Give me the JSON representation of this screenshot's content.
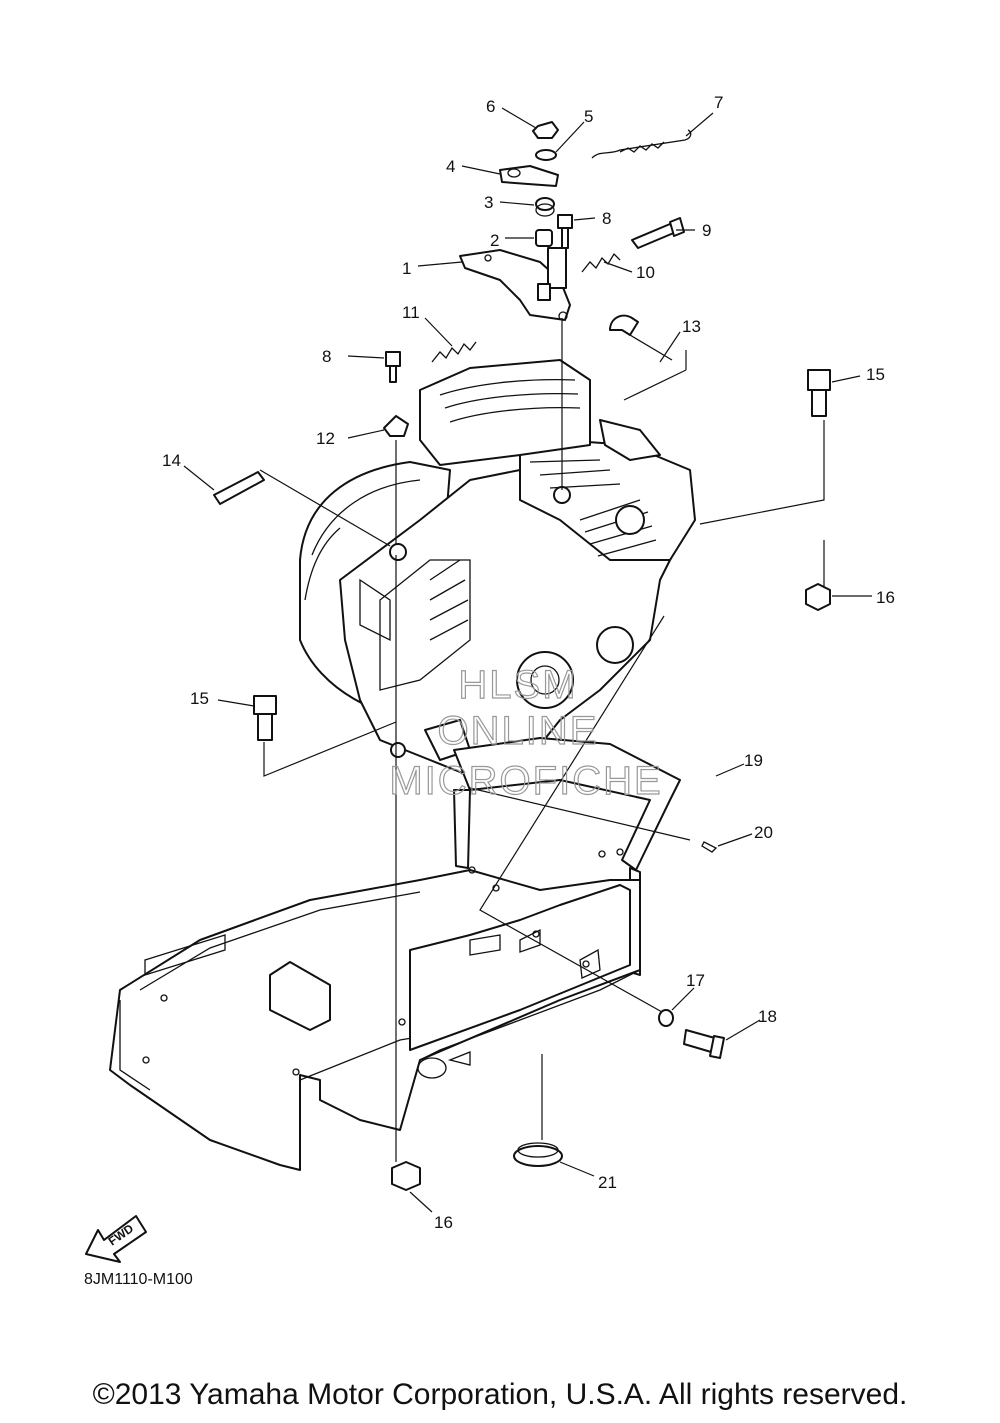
{
  "callouts": [
    {
      "id": "1",
      "text": "1"
    },
    {
      "id": "2",
      "text": "2"
    },
    {
      "id": "3",
      "text": "3"
    },
    {
      "id": "4",
      "text": "4"
    },
    {
      "id": "5",
      "text": "5"
    },
    {
      "id": "6",
      "text": "6"
    },
    {
      "id": "7",
      "text": "7"
    },
    {
      "id": "8a",
      "text": "8"
    },
    {
      "id": "8b",
      "text": "8"
    },
    {
      "id": "9",
      "text": "9"
    },
    {
      "id": "10",
      "text": "10"
    },
    {
      "id": "11",
      "text": "11"
    },
    {
      "id": "12",
      "text": "12"
    },
    {
      "id": "13",
      "text": "13"
    },
    {
      "id": "14",
      "text": "14"
    },
    {
      "id": "15a",
      "text": "15"
    },
    {
      "id": "15b",
      "text": "15"
    },
    {
      "id": "16a",
      "text": "16"
    },
    {
      "id": "16b",
      "text": "16"
    },
    {
      "id": "17",
      "text": "17"
    },
    {
      "id": "18",
      "text": "18"
    },
    {
      "id": "19",
      "text": "19"
    },
    {
      "id": "20",
      "text": "20"
    },
    {
      "id": "21",
      "text": "21"
    }
  ],
  "watermark": [
    "HLSM",
    "ONLINE",
    "MICROFICHE"
  ],
  "fwd_label": "FWD",
  "diagram_code": "8JM1110-M100",
  "copyright": "©2013 Yamaha Motor Corporation, U.S.A. All rights reserved.",
  "icons": {
    "fwd": "fwd-arrow-icon"
  }
}
